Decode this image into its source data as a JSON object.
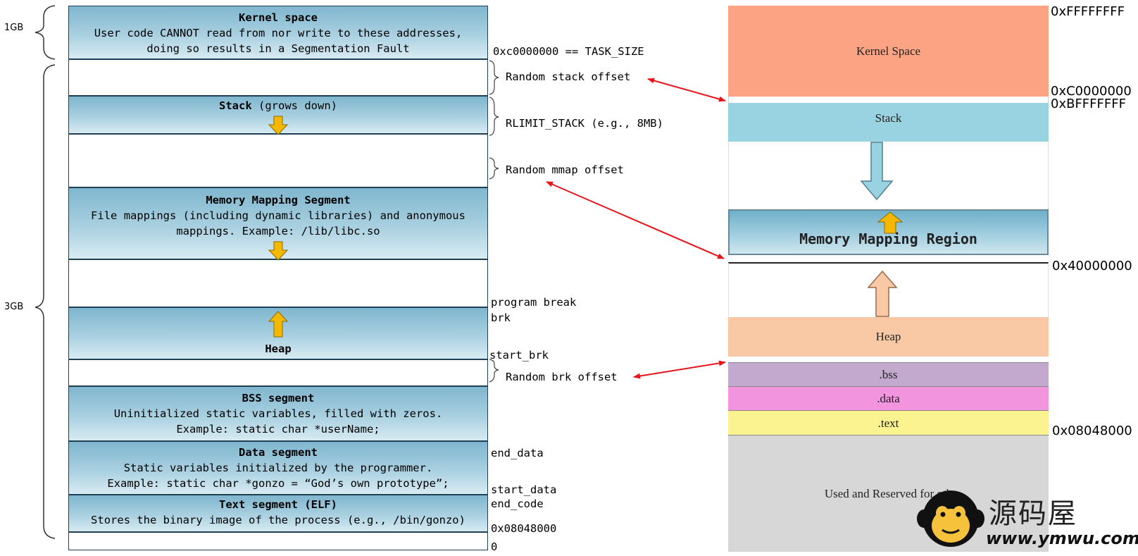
{
  "left": {
    "brace_1gb": "1GB",
    "brace_3gb": "3GB",
    "kernel": {
      "title": "Kernel space",
      "line1": "User code CANNOT read from nor write to these addresses,",
      "line2": "doing so results in a Segmentation Fault"
    },
    "stack": {
      "title": "Stack",
      "suffix": "(grows down)"
    },
    "mmap": {
      "title": "Memory Mapping Segment",
      "line1": "File mappings (including dynamic libraries) and anonymous",
      "line2": "mappings. Example: /lib/libc.so"
    },
    "heap": {
      "title": "Heap"
    },
    "bss": {
      "title": "BSS segment",
      "line1": "Uninitialized static variables, filled with zeros.",
      "line2": "Example: static char *userName;"
    },
    "data": {
      "title": "Data segment",
      "line1": "Static variables initialized by the programmer.",
      "line2": "Example: static char *gonzo = “God’s own prototype”;"
    },
    "text": {
      "title": "Text segment (ELF)",
      "line1": "Stores the binary image of the process (e.g., /bin/gonzo)"
    }
  },
  "labels": {
    "task_size": "0xc0000000 == TASK_SIZE",
    "random_stack": "Random stack offset",
    "rlimit": "RLIMIT_STACK (e.g., 8MB)",
    "random_mmap": "Random mmap offset",
    "program_break": "program break",
    "brk": "brk",
    "start_brk": "start_brk",
    "random_brk": "Random brk offset",
    "end_data": "end_data",
    "start_data": "start_data",
    "end_code": "end_code",
    "addr_text": "0x08048000",
    "zero": "0"
  },
  "right": {
    "kernel": "Kernel Space",
    "stack": "Stack",
    "mmap": "Memory Mapping Region",
    "heap": "Heap",
    "bss": ".bss",
    "data": ".data",
    "text": ".text",
    "reserved": "Used and Reserved for oth"
  },
  "addresses": {
    "top": "0xFFFFFFFF",
    "c0": "0xC0000000",
    "bf": "0xBFFFFFFF",
    "mmap": "0x40000000",
    "text": "0x08048000"
  },
  "watermark": {
    "name": "源码屋",
    "url": "www.ymwu.com"
  },
  "colors": {
    "kernel_right": "#fba383",
    "stack_right": "#99d3e2",
    "heap_right": "#f9c9a5",
    "bss_right": "#c4a9cf",
    "data_right": "#f394df",
    "text_right": "#faf38f",
    "reserved_right": "#d7d7d7",
    "arrow_red": "#e8141b",
    "arrow_gold": "#f5b800"
  }
}
